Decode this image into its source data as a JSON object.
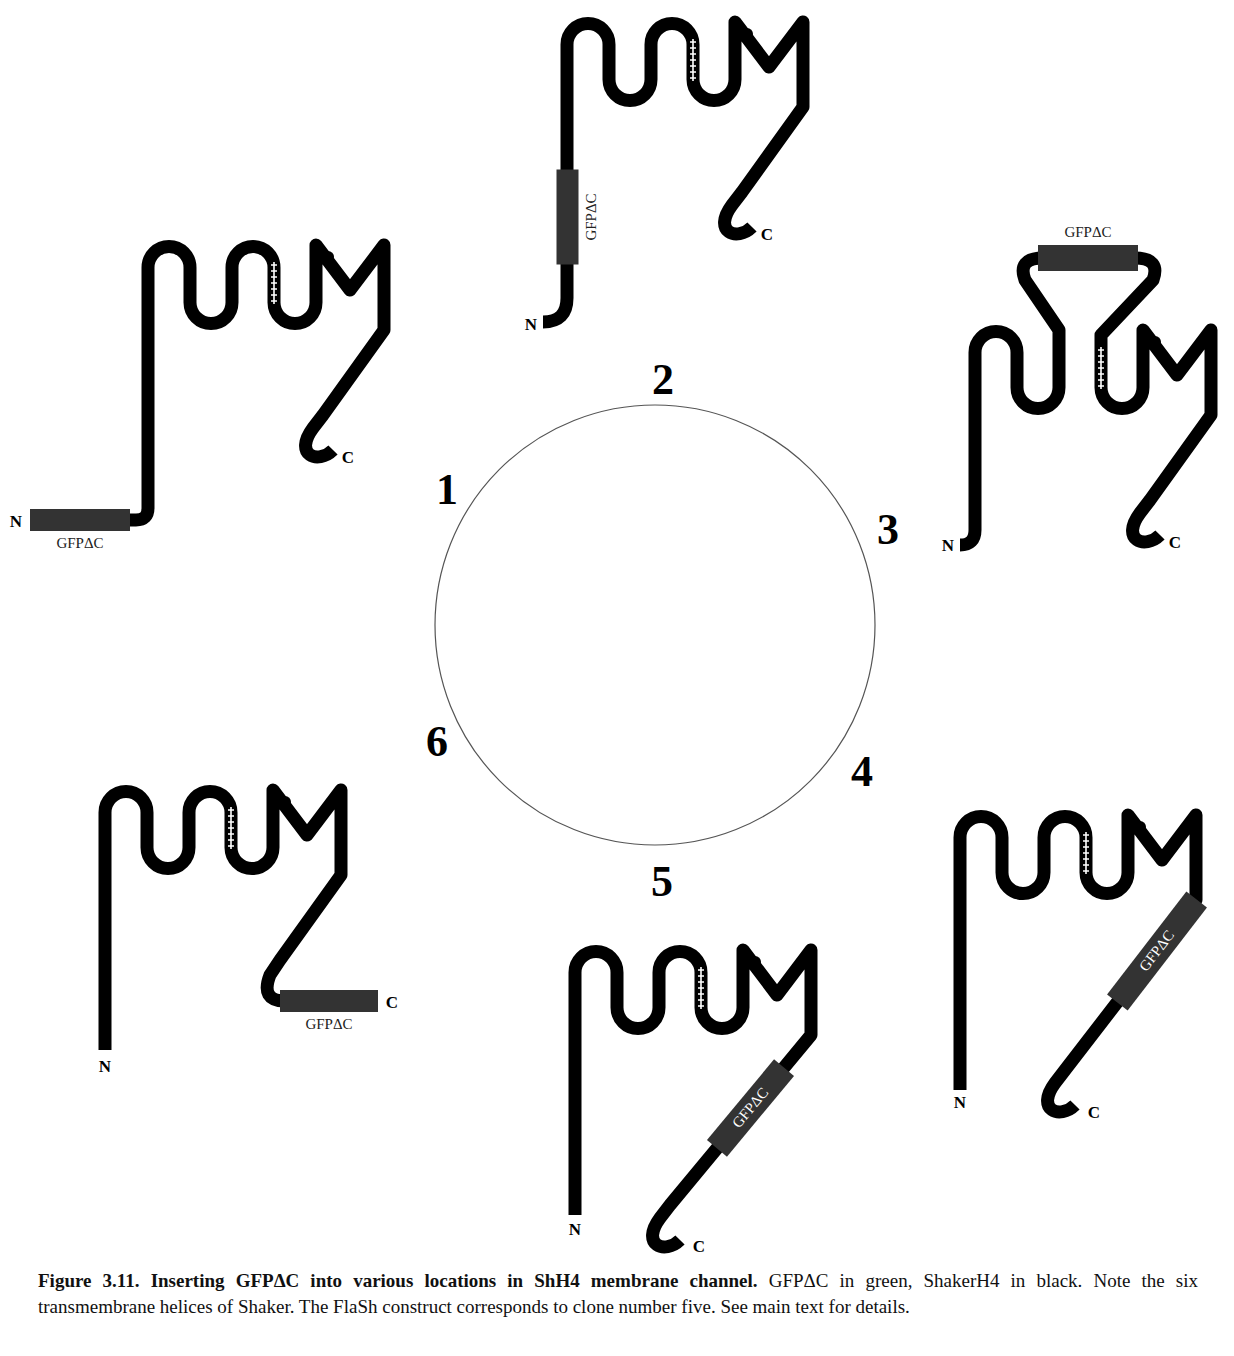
{
  "diagram": {
    "title": "Figure 3.11. Inserting GFPΔC into various locations in ShH4 membrane channel.",
    "caption": "GFPΔC in green, ShakerH4 in black. Note the six transmembrane helices of Shaker. The FlaSh construct corresponds to clone number five. See main text for details.",
    "nodes": [
      {
        "text": [
          "GFPΔC"
        ]
      },
      {
        "text": [
          "GFPΔC"
        ]
      },
      {
        "text": [
          "GFPΔC"
        ]
      },
      {
        "text": [
          "GFPΔC"
        ]
      },
      {
        "text": [
          "GFPΔC"
        ]
      },
      {
        "text": [
          "GFPΔC"
        ]
      }
    ],
    "labels": [
      "1",
      "2",
      "3",
      "4",
      "5",
      "6",
      "N",
      "C",
      "N",
      "C",
      "N",
      "C",
      "N",
      "C",
      "N",
      "C",
      "N",
      "C"
    ]
  }
}
